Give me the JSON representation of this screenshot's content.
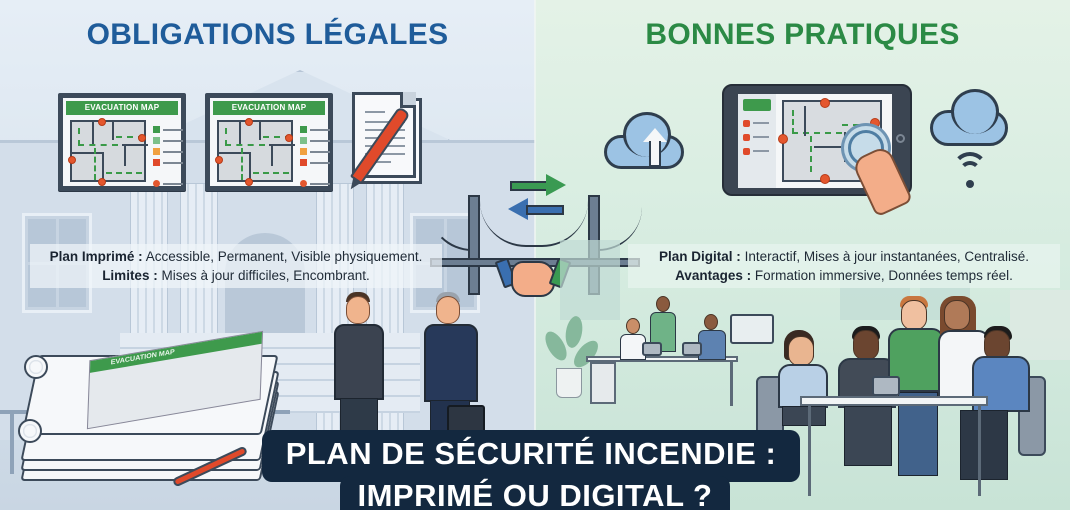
{
  "left_panel": {
    "title": "OBLIGATIONS LÉGALES",
    "title_color": "#1f5c9a",
    "maps": [
      {
        "header": "EVACUATION MAP"
      },
      {
        "header": "EVACUATION MAP"
      }
    ],
    "paper_stack_map_header": "EVACUATION MAP",
    "caption": {
      "line1_label": "Plan Imprimé :",
      "line1_text": " Accessible, Permanent, Visible physiquement.",
      "line2_label": "Limites :",
      "line2_text": " Mises à jour difficiles, Encombrant."
    },
    "icons": [
      "evacuation-map-frame",
      "document-icon",
      "pen-icon",
      "building-icon",
      "paper-stack-icon",
      "handshake-people-icon",
      "briefcase-icon"
    ]
  },
  "right_panel": {
    "title": "BONNES PRATIQUES",
    "title_color": "#2b8a45",
    "caption": {
      "line1_label": "Plan Digital :",
      "line1_text": " Interactif, Mises à jour instantanées, Centralisé.",
      "line2_label": "Avantages :",
      "line2_text": " Formation immersive, Données temps réel."
    },
    "icons": [
      "cloud-upload-icon",
      "tablet-map-icon",
      "touch-hand-icon",
      "cloud-wifi-icon",
      "office-team-icon"
    ]
  },
  "center": {
    "icons": [
      "bridge-icon",
      "arrow-right-icon",
      "arrow-left-icon",
      "handshake-icon"
    ],
    "arrow_right_color": "#3a9a52",
    "arrow_left_color": "#3a6fb0"
  },
  "banner": {
    "line1": "PLAN DE SÉCURITÉ INCENDIE :",
    "line2": "IMPRIMÉ OU DIGITAL ?",
    "background": "#13283f",
    "text_color": "#ffffff"
  }
}
